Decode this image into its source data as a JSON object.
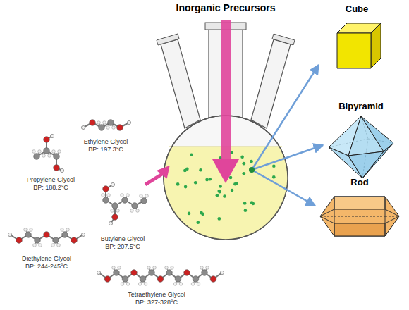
{
  "diagram": {
    "title": "Inorganic Precursors",
    "nodes": [
      {
        "text": [
          "Cube"
        ]
      },
      {
        "text": [
          "Bipyramid"
        ]
      },
      {
        "text": [
          "Rod"
        ]
      }
    ],
    "labels": [
      "Ethylene Glycol",
      "BP: 197.3°C",
      "Propylene Glycol",
      "BP: 188.2°C",
      "Butylene Glycol",
      "BP: 207.5°C",
      "Diethylene Glycol",
      "BP: 244-245°C",
      "Tetraethylene Glycol",
      "BP: 327-328°C"
    ]
  }
}
